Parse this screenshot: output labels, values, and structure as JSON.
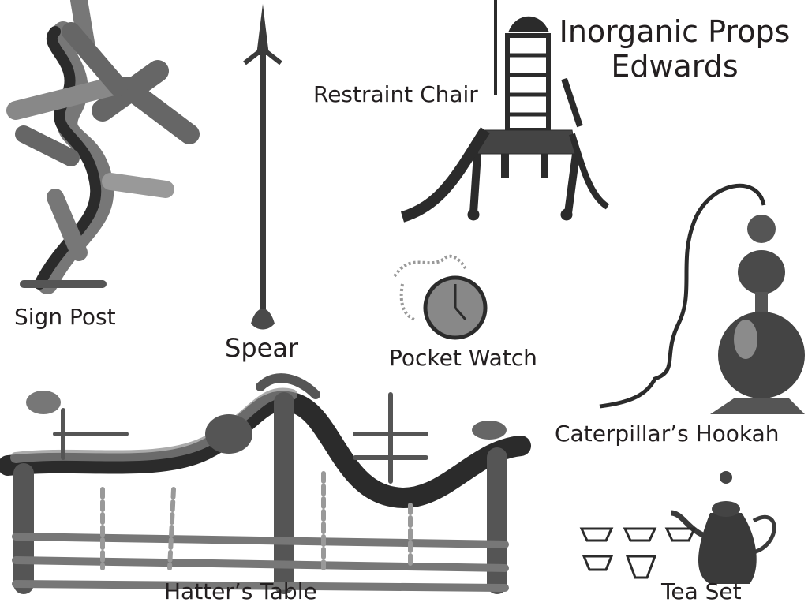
{
  "title": {
    "line1": "Inorganic Props",
    "line2": "Edwards"
  },
  "labels": {
    "sign_post": "Sign Post",
    "spear": "Spear",
    "restraint_chair": "Restraint Chair",
    "pocket_watch": "Pocket Watch",
    "hookah": "Caterpillar’s Hookah",
    "hatters_table": "Hatter’s Table",
    "tea_set": "Tea Set"
  },
  "colors": {
    "dark": "#2b2b2b",
    "mid": "#6d6d6d",
    "light": "#a6a6a6"
  }
}
